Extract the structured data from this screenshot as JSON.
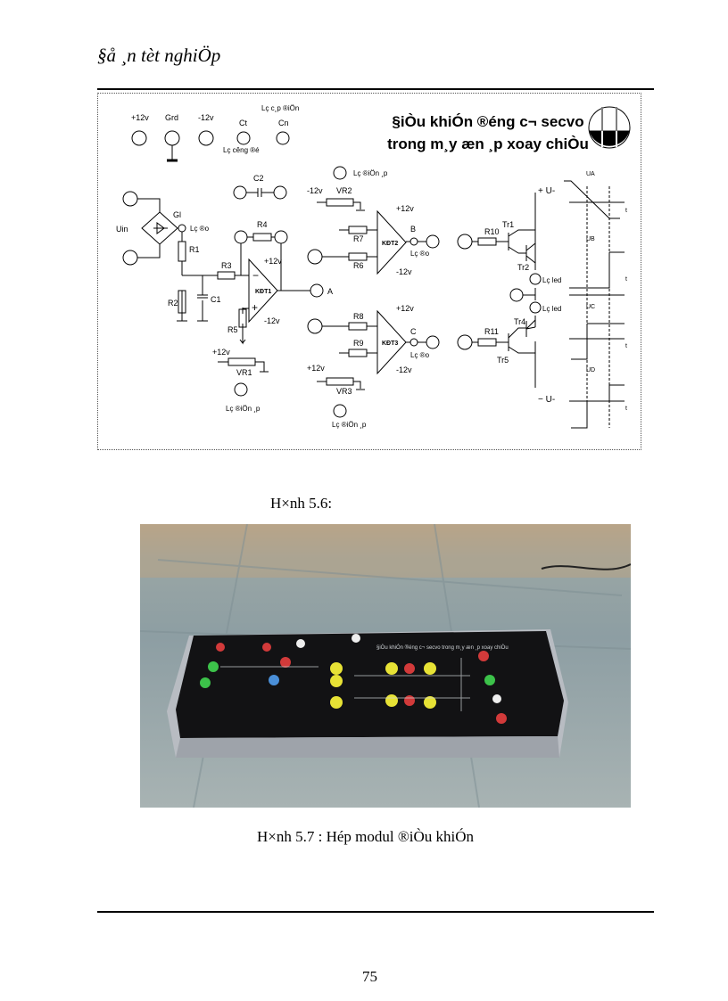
{
  "header": {
    "title": "§å ¸n tèt nghiÖp"
  },
  "figure_5_6": {
    "title_line1": "§iÒu khiÓn ®éng c¬ secvo",
    "title_line2": "trong m¸y æn ¸p xoay chiÒu",
    "top_labels": {
      "p12": "+12v",
      "grd": "Grd",
      "m12": "-12v",
      "ct": "Ct",
      "cn": "Cn",
      "lc_cap": "Lç c¸p ®iÖn",
      "lc_cuong": "Lç c­êng ®é"
    },
    "labels": {
      "uin": "Uin",
      "gl": "Gl",
      "lc_do": "Lç ®o",
      "r1": "R1",
      "r2": "R2",
      "r3": "R3",
      "r4": "R4",
      "r5": "R5",
      "c1": "C1",
      "c2": "C2",
      "kdt1": "KĐT1",
      "kdt2": "KĐT2",
      "kdt3": "KĐT3",
      "p12": "+12v",
      "m12": "-12v",
      "a": "A",
      "b": "B",
      "c": "C",
      "vr1": "VR1",
      "vr2": "VR2",
      "vr3": "VR3",
      "r6": "R6",
      "r7": "R7",
      "r8": "R8",
      "r9": "R9",
      "r10": "R10",
      "r11": "R11",
      "tr1": "Tr1",
      "tr2": "Tr2",
      "tr4": "Tr4",
      "tr5": "Tr5",
      "plus_u": "+ U-",
      "minus_u": "− U-",
      "lc_led": "Lç led",
      "lc_dien_ap": "Lç ®iÖn ¸p",
      "ua": "UA",
      "ub": "UB",
      "uc": "UC",
      "ud": "UD",
      "t": "t"
    }
  },
  "captions": {
    "fig_5_6": "H×nh 5.6:",
    "fig_5_7": "H×nh 5.7 : Hép modul ®iÒu khiÓn"
  },
  "photo": {
    "board_title": "§iÒu khiÓn ®éng c¬ secvo trong m¸y æn ¸p xoay chiÒu"
  },
  "footer": {
    "page_number": "75"
  }
}
